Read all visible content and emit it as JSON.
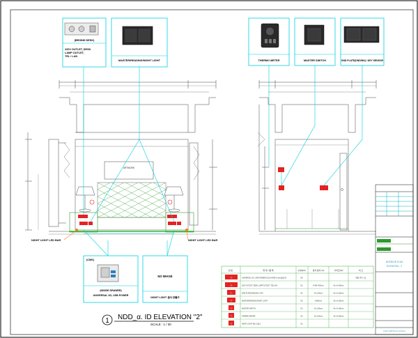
{
  "callouts_top": {
    "behind_desk_title": "(BEHIND DESK)",
    "behind_desk_desc_1": "220V OUTLET, DESK",
    "behind_desk_desc_2": "LAMP OUTLET,",
    "behind_desk_desc_3": "TEL / LAN",
    "master_reading_label": "MASTER/READING/NIGHT LIGHT",
    "thermo_label": "THERMO METER",
    "master_switch_label": "MASTER SWITCH",
    "dnd_label": "DND PLATE(DND/MU) / KEY SENSOR"
  },
  "callouts_bottom": {
    "cms_title": "(CMS)",
    "inside_drawer_label": "(INSIDE DRAWER)",
    "universal_label": "UNIVERSAL 3G, USB POWER",
    "no_image_title": "NO IMAGE",
    "night_light_label": "NIGHT LIGHT 센서 모듈구"
  },
  "labels": {
    "night_light_left": "NIGHT LIGHT LED BAR",
    "night_light_right": "NIGHT LIGHT LED BAR",
    "artwork": "ARTWORK"
  },
  "elevation_title": {
    "number": "1",
    "title": "NDD_α. ID ELEVATION \"2\"",
    "scale": "SCALE : 1 / 30"
  },
  "legend": {
    "headers": [
      "번 호",
      "명 칭 / 품 목",
      "수량(EA)",
      "설치 높이 (H)",
      "사이즈(W)",
      "비 고"
    ],
    "rows": [
      {
        "code": "ⓐ",
        "desc": "UNIVERSAL 3G, USB POWER(GOLD-HANDY) 콤보플레이트",
        "qty": "X2",
        "h": "",
        "size": "",
        "note": "베딩 박스 / 등"
      },
      {
        "code": "ⓑ",
        "desc": "220V OUTLET, DESK LAMP OUTLET, TEL/LAN",
        "qty": "X1",
        "h": "H:400~450mm",
        "size": "W:x H:135mm",
        "note": ""
      },
      {
        "code": "ⓒ",
        "desc": "DND PLATE(DND/MU) / KEY",
        "qty": "X1",
        "h": "H:1,100mm",
        "size": "W:x H:135mm",
        "note": ""
      },
      {
        "code": "ⓓ",
        "desc": "MASTER/READING/NIGHT LIGHT",
        "qty": "X2",
        "h": "H:800mm",
        "size": "W:x H:135mm",
        "note": ""
      },
      {
        "code": "ⓔ",
        "desc": "MASTER SWITCH",
        "qty": "X1",
        "h": "H:1,100mm",
        "size": "W:x H:135mm",
        "note": ""
      },
      {
        "code": "ⓕ",
        "desc": "THERMO METER",
        "qty": "X1",
        "h": "H:1,100mm",
        "size": "W:x H:135mm",
        "note": ""
      },
      {
        "code": "ⓖ",
        "desc": "NIGHT LIGHT 센서 모듈구",
        "qty": "X1",
        "h": "",
        "size": "",
        "note": ""
      }
    ]
  },
  "title_block": {
    "drawing_label": "INTERIOR PLAN",
    "drawing_sub": "ELEVATION - 2",
    "sheet_no": "LIGHT SWITCH & OUTLET"
  }
}
